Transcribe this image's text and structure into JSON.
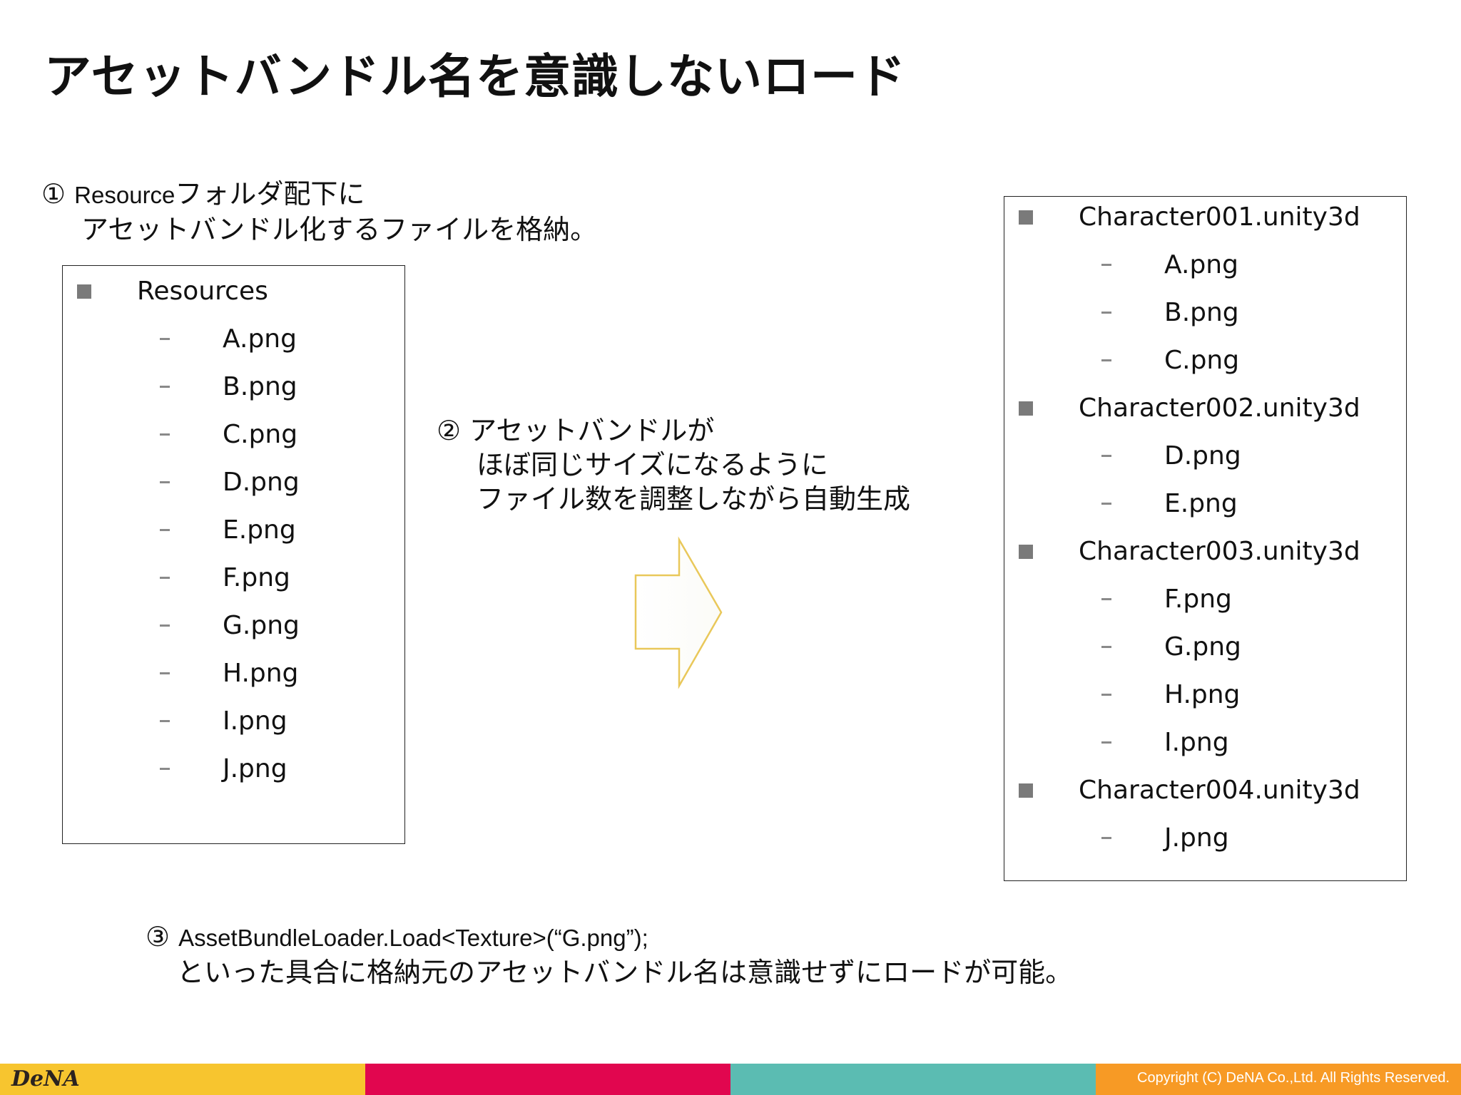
{
  "title": "アセットバンドル名を意識しないロード",
  "step1": {
    "marker": "①",
    "line1_latin": "Resource",
    "line1_rest": "フォルダ配下に",
    "line2": "アセットバンドル化するファイルを格納。"
  },
  "left_tree": {
    "root": "Resources",
    "files": [
      "A.png",
      "B.png",
      "C.png",
      "D.png",
      "E.png",
      "F.png",
      "G.png",
      "H.png",
      "I.png",
      "J.png"
    ]
  },
  "step2": {
    "marker": "②",
    "line1": "アセットバンドルが",
    "line2": "ほぼ同じサイズになるように",
    "line3": "ファイル数を調整しながら自動生成"
  },
  "right_tree": {
    "bundles": [
      {
        "name": "Character001.unity3d",
        "files": [
          "A.png",
          "B.png",
          "C.png"
        ]
      },
      {
        "name": "Character002.unity3d",
        "files": [
          "D.png",
          "E.png"
        ]
      },
      {
        "name": "Character003.unity3d",
        "files": [
          "F.png",
          "G.png",
          "H.png",
          "I.png"
        ]
      },
      {
        "name": "Character004.unity3d",
        "files": [
          "J.png"
        ]
      }
    ]
  },
  "step3": {
    "marker": "③",
    "code": "AssetBundleLoader.Load<Texture>(“G.png”);",
    "line2": "といった具合に格納元のアセットバンドル名は意識せずにロードが可能。"
  },
  "footer": {
    "logo": "DeNA",
    "copyright": "Copyright (C) DeNA Co.,Ltd. All Rights Reserved.",
    "colors": [
      "#f7c52f",
      "#e1064f",
      "#5bbcb2",
      "#f79a25"
    ]
  },
  "arrow_color": "#e9c85a"
}
